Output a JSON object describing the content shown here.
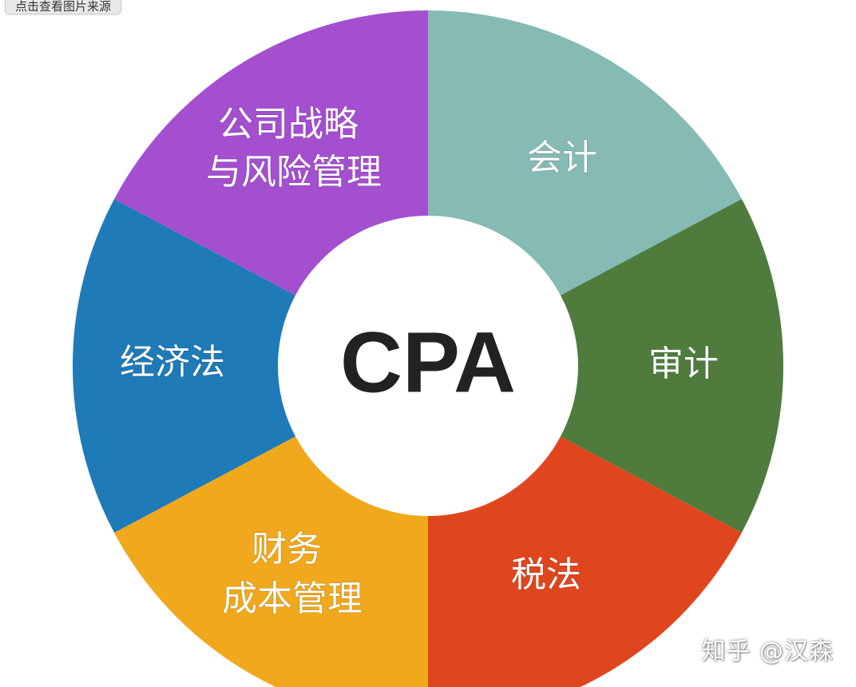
{
  "source_tip": {
    "label": "点击查看图片来源"
  },
  "wheel": {
    "center_label": "CPA",
    "center_color": "#ffffff",
    "segments": [
      {
        "name": "accounting",
        "lines": [
          "会计"
        ],
        "color": "#86bab4"
      },
      {
        "name": "audit",
        "lines": [
          "审计"
        ],
        "color": "#4f7c3d"
      },
      {
        "name": "tax-law",
        "lines": [
          "税法"
        ],
        "color": "#e0461e"
      },
      {
        "name": "financial-cost-management",
        "lines": [
          "财务",
          "成本管理"
        ],
        "color": "#f0a81c"
      },
      {
        "name": "economic-law",
        "lines": [
          "经济法"
        ],
        "color": "#1f7ab8"
      },
      {
        "name": "strategy-risk-management",
        "lines": [
          "公司战略",
          "与风险管理"
        ],
        "color": "#a44fd0"
      }
    ]
  },
  "watermark": {
    "text": "知乎 @汉森"
  }
}
